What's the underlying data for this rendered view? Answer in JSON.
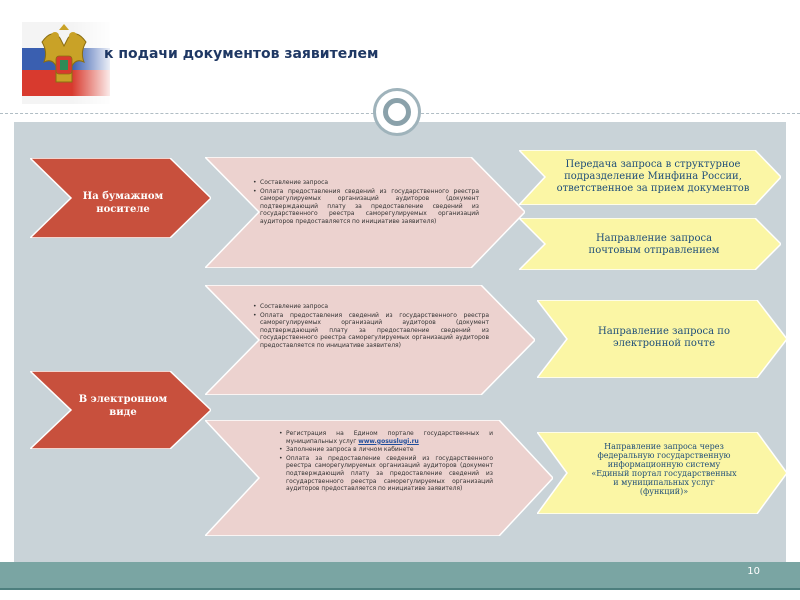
{
  "header": {
    "title": "к подачи документов заявителем"
  },
  "categories": {
    "paper": "На бумажном носителе",
    "electronic": "В электронном виде"
  },
  "paper_steps": [
    "Составление запроса",
    "Оплата предоставления сведений из государственного реестра саморегулируемых организаций аудиторов (документ подтверждающий плату за предоставление сведений из государственного реестра саморегулируемых организаций аудиторов предоставляется по инициативе заявителя)"
  ],
  "email_steps": [
    "Составление запроса",
    "Оплата предоставления сведений из государственного реестра саморегулируемых организаций аудиторов (документ подтверждающий плату за предоставление сведений из государственного реестра саморегулируемых организаций аудиторов предоставляется по инициативе заявителя)"
  ],
  "portal_steps": {
    "registration": "Регистрация на Едином портале государственных и муниципальных услуг",
    "registration_link": "www.gosuslugi.ru",
    "fill": "Заполнение запроса в личном кабинете",
    "payment": "Оплата за предоставление сведений из государственного реестра саморегулируемых организаций аудиторов (документ подтверждающий плату за предоставление сведений из государственного реестра саморегулируемых организаций аудиторов предоставляется по инициативе заявителя)"
  },
  "outcomes": {
    "transfer": "Передача запроса в структурное подразделение Минфина России, ответственное за прием документов",
    "post": "Направление запроса почтовым отправлением",
    "email": "Направление запроса по электронной почте",
    "portal": "Направление запроса через федеральную государственную информационную систему «Единый портал государственных и муниципальных услуг (функций)»"
  },
  "footer": {
    "page_number": "10"
  },
  "colors": {
    "red": "#c8503d",
    "pink": "#ecd2cf",
    "yellow": "#fbf6a5",
    "band": "#c9d3d8",
    "footer": "#7aa5a3",
    "title": "#1f3864"
  }
}
